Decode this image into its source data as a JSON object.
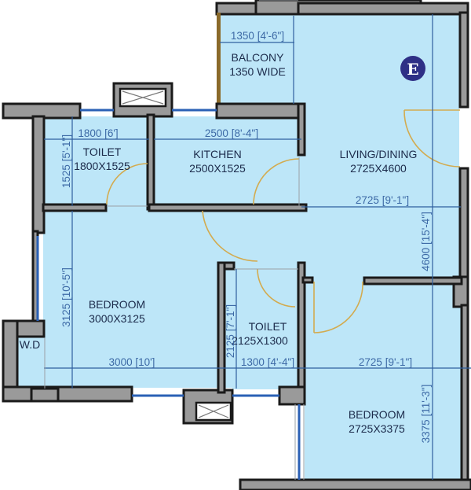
{
  "plan": {
    "entry_marker": {
      "letter": "E",
      "color": "#2e2f86"
    },
    "colors": {
      "floor": "#bde6f8",
      "wall_fill": "#9a9a9a",
      "wall_outline": "#1a1a1a",
      "dimension": "#3d6aa6",
      "room_text": "#1b2a4a",
      "door_swing": "#d3ab4f",
      "window_glass": "#2a60b5"
    },
    "rooms": [
      {
        "name": "BALCONY",
        "size": "1350 WIDE"
      },
      {
        "name": "TOILET",
        "size": "1800X1525"
      },
      {
        "name": "KITCHEN",
        "size": "2500X1525"
      },
      {
        "name": "LIVING/DINING",
        "size": "2725X4600"
      },
      {
        "name": "BEDROOM",
        "size": "3000X3125"
      },
      {
        "name": "TOILET",
        "size": "2125X1300"
      },
      {
        "name": "BEDROOM",
        "size": "2725X3375"
      },
      {
        "name": "W.D",
        "size": ""
      }
    ],
    "dimensions": {
      "balcony_width": "1350 [4'-6\"]",
      "toilet1_width": "1800 [6']",
      "toilet1_depth": "1525 [5'-1\"]",
      "kitchen_width": "2500 [8'-4\"]",
      "living_width": "2725 [9'-1\"]",
      "living_depth": "4600 [15'-4\"]",
      "bedroom1_depth": "3125 [10'-5\"]",
      "bedroom1_width": "3000 [10']",
      "toilet2_depth": "2125 [7'-1\"]",
      "toilet2_width": "1300 [4'-4\"]",
      "bedroom2_width": "2725 [9'-1\"]",
      "bedroom2_depth": "3375 [11'-3\"]"
    }
  }
}
